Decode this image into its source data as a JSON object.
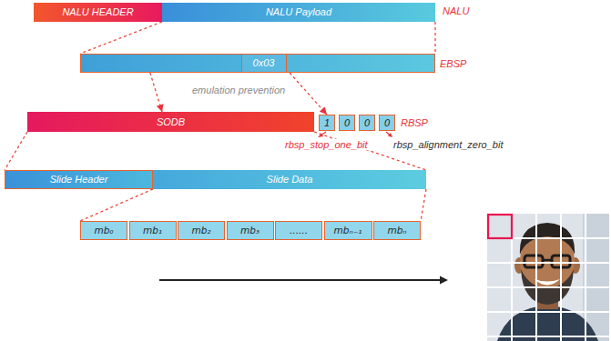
{
  "diagram": {
    "nodes": [
      {
        "text": [
          "NALU HEADER"
        ]
      },
      {
        "text": [
          "NALU Payload"
        ]
      },
      {
        "text": [
          "EBSP"
        ]
      },
      {
        "text": [
          "0x03"
        ],
        "in": 2
      },
      {
        "text": [
          "SODB"
        ]
      },
      {
        "text": [
          "1"
        ]
      },
      {
        "text": [
          "0"
        ]
      },
      {
        "text": [
          "0"
        ]
      },
      {
        "text": [
          "0"
        ]
      },
      {
        "text": [
          "Slide Header"
        ]
      },
      {
        "text": [
          "Slide Data"
        ]
      },
      {
        "text": [
          "mb₀"
        ]
      },
      {
        "text": [
          "mb₁"
        ]
      },
      {
        "text": [
          "mb₂"
        ]
      },
      {
        "text": [
          "mb₃"
        ]
      },
      {
        "text": [
          "......"
        ]
      },
      {
        "text": [
          "mbₙ₋₁"
        ]
      },
      {
        "text": [
          "mbₙ"
        ]
      }
    ],
    "edges": [
      {
        "from": 1,
        "to": 2,
        "arrow": "none"
      },
      {
        "from": 1,
        "to": 2,
        "arrow": "none"
      },
      {
        "from": 2,
        "to": 4,
        "arrow": "to"
      },
      {
        "from": 2,
        "to": 5,
        "arrow": "to"
      },
      {
        "from": 4,
        "to": 9,
        "arrow": "none"
      },
      {
        "from": 4,
        "to": 10,
        "arrow": "none"
      },
      {
        "from": 10,
        "to": 11,
        "arrow": "none"
      },
      {
        "from": 10,
        "to": 17,
        "arrow": "none"
      }
    ],
    "labels": [
      "NALU",
      "emulation prevention",
      "RBSP",
      "rbsp_stop_one_bit",
      "rbsp_alignment_zero_bit"
    ]
  }
}
